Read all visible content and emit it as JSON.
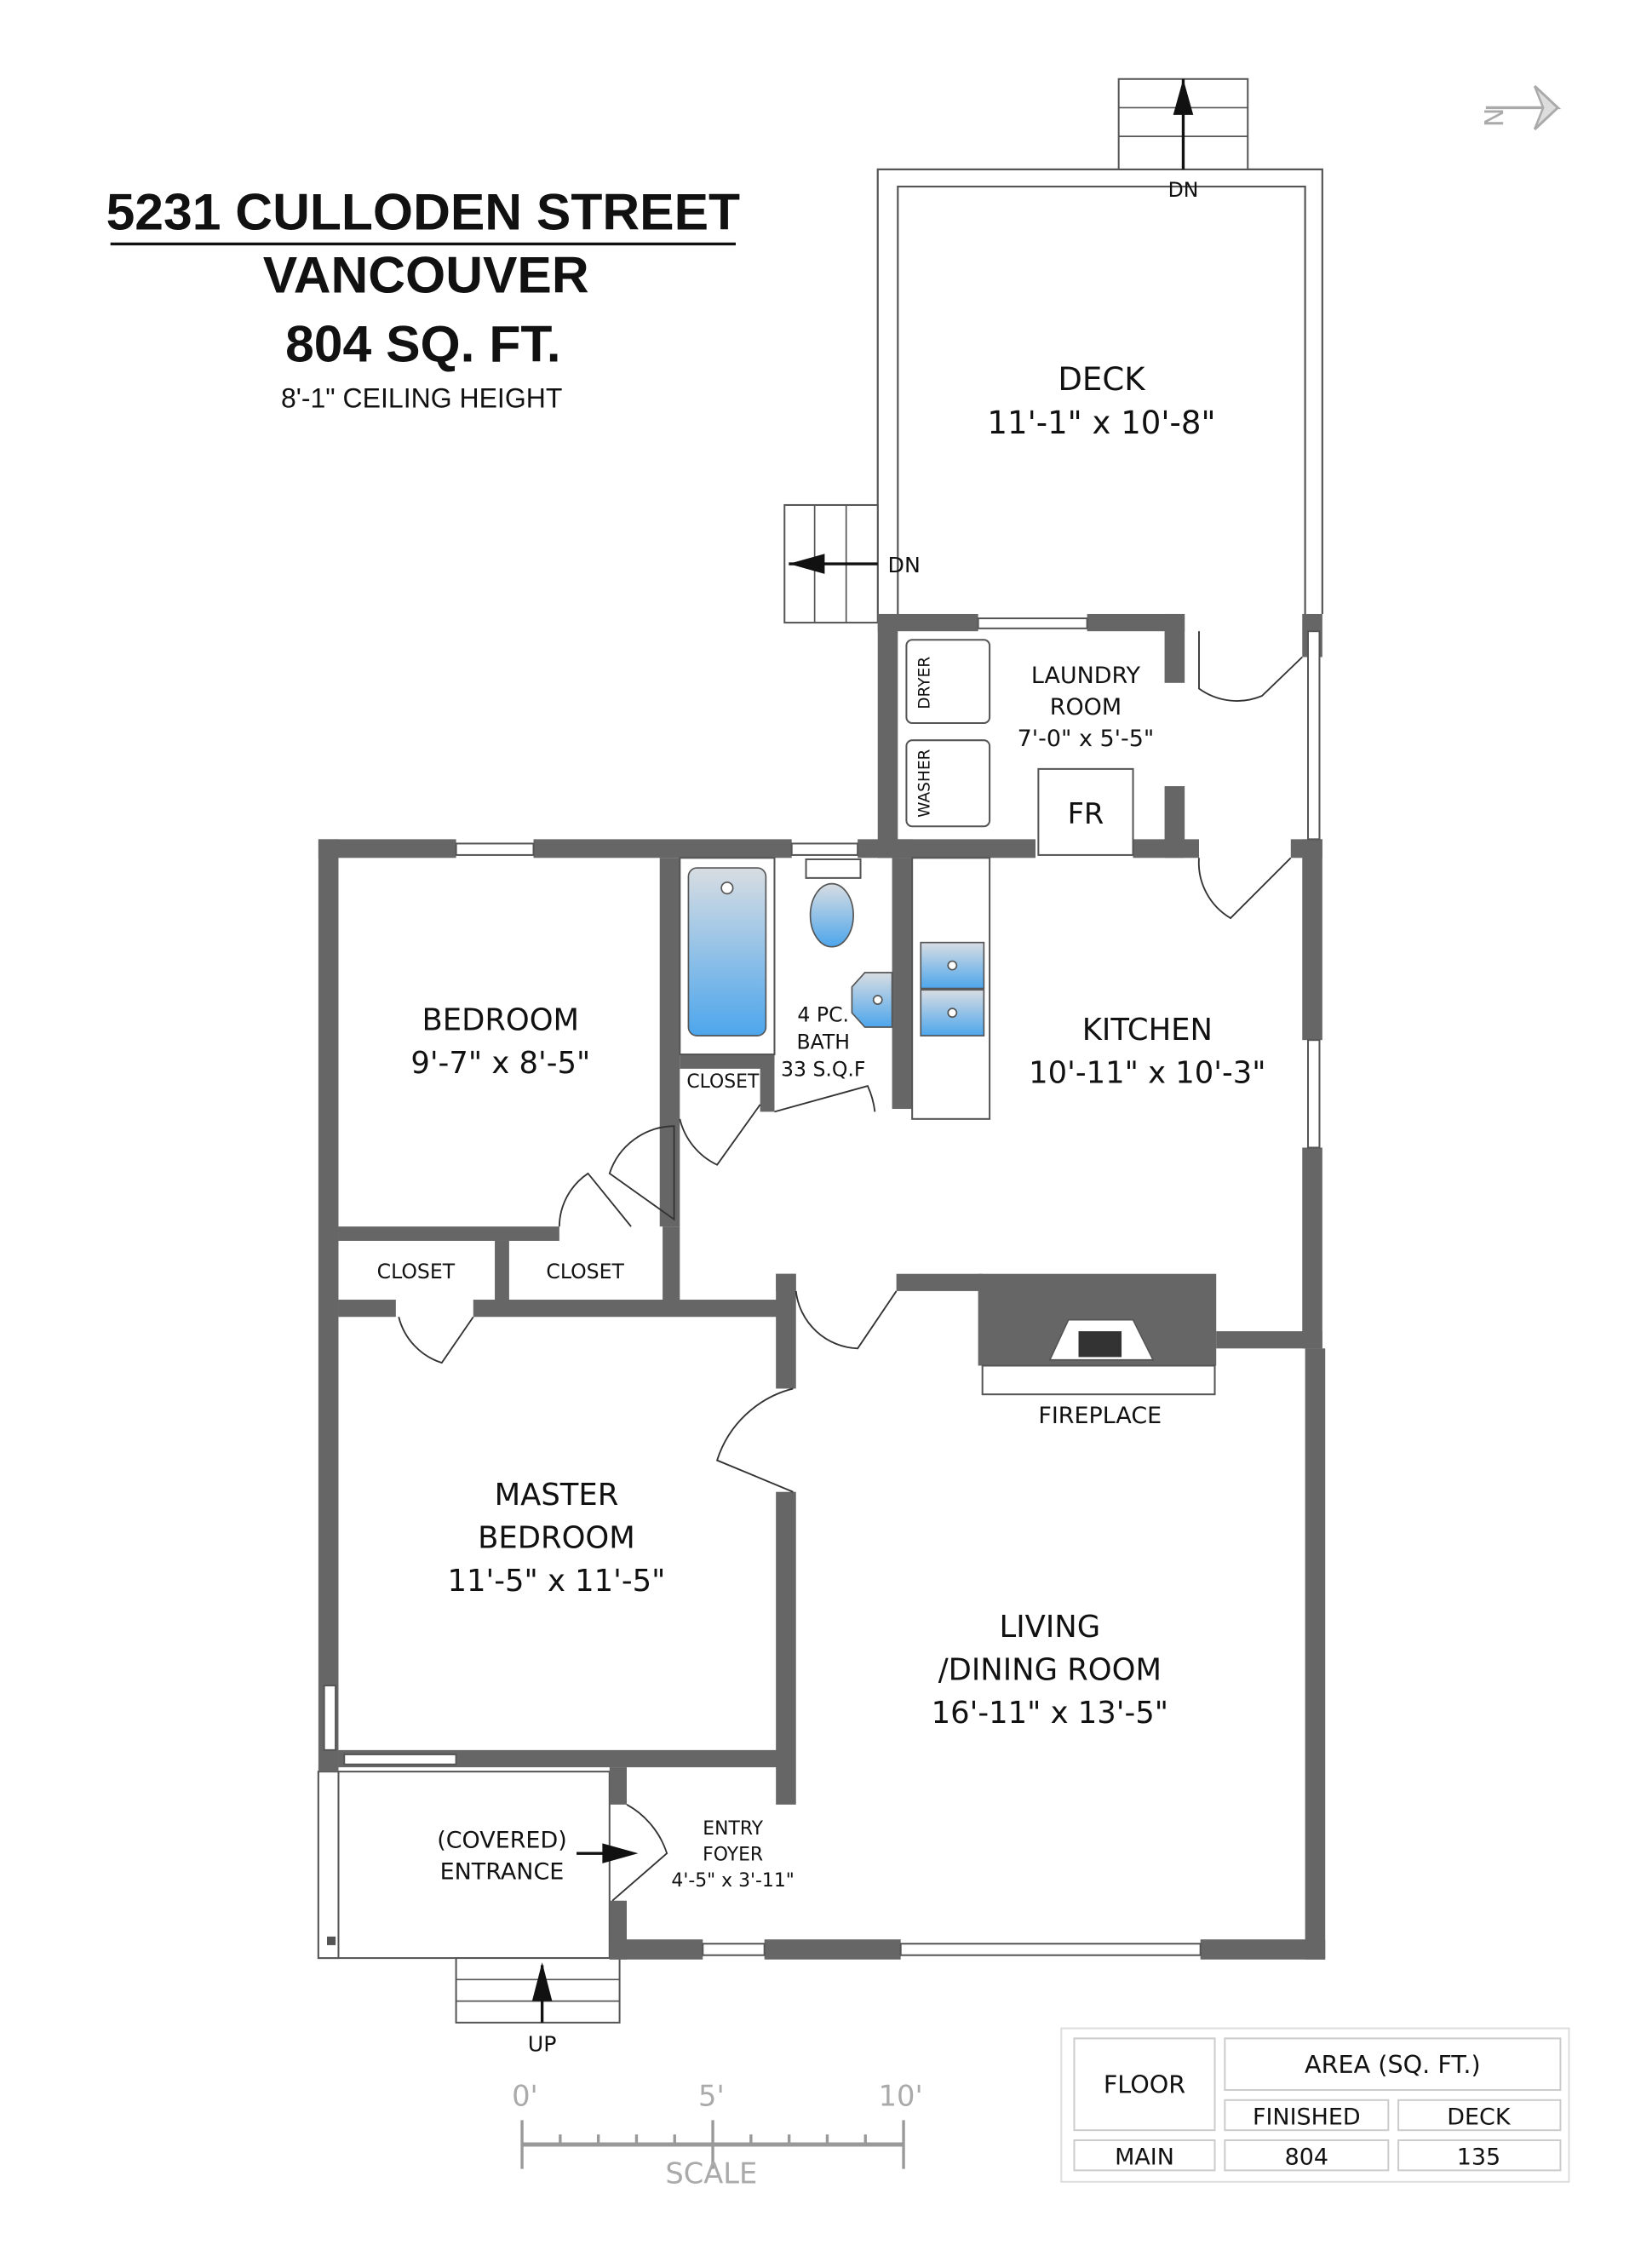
{
  "header": {
    "address": "5231 CULLODEN STREET",
    "city": "VANCOUVER",
    "area": "804 SQ. FT.",
    "ceiling": "8'-1\" CEILING HEIGHT"
  },
  "compass": {
    "icon": "north-arrow-icon",
    "letter": "N"
  },
  "rooms": {
    "deck": {
      "name": "DECK",
      "dims": "11'-1\" x 10'-8\""
    },
    "laundry": {
      "name1": "LAUNDRY",
      "name2": "ROOM",
      "dims": "7'-0\" x 5'-5\""
    },
    "dryer": "DRYER",
    "washer": "WASHER",
    "fr": "FR",
    "bedroom": {
      "name": "BEDROOM",
      "dims": "9'-7\" x 8'-5\""
    },
    "bath": {
      "name1": "4 PC.",
      "name2": "BATH",
      "dims": "33 S.Q.F"
    },
    "bath_closet": "CLOSET",
    "kitchen": {
      "name": "KITCHEN",
      "dims": "10'-11\" x 10'-3\""
    },
    "closet1": "CLOSET",
    "closet2": "CLOSET",
    "fireplace": "FIREPLACE",
    "master": {
      "name1": "MASTER",
      "name2": "BEDROOM",
      "dims": "11'-5\" x 11'-5\""
    },
    "living": {
      "name1": "LIVING",
      "name2": "/DINING ROOM",
      "dims": "16'-11\" x 13'-5\""
    },
    "entrance": {
      "name1": "(COVERED)",
      "name2": "ENTRANCE"
    },
    "foyer": {
      "name1": "ENTRY",
      "name2": "FOYER",
      "dims": "4'-5\" x 3'-11\""
    }
  },
  "stairs": {
    "deck_top": "DN",
    "deck_left": "DN",
    "entry": "UP"
  },
  "scale": {
    "ticks": [
      "0'",
      "5'",
      "10'"
    ],
    "label": "SCALE"
  },
  "area_table": {
    "floor_header": "FLOOR",
    "area_header": "AREA (SQ. FT.)",
    "finished_header": "FINISHED",
    "deck_header": "DECK",
    "rows": [
      {
        "floor": "MAIN",
        "finished": "804",
        "deck": "135"
      }
    ]
  },
  "colors": {
    "wall": "#666666",
    "fixture_blue": "#5aaae6"
  }
}
